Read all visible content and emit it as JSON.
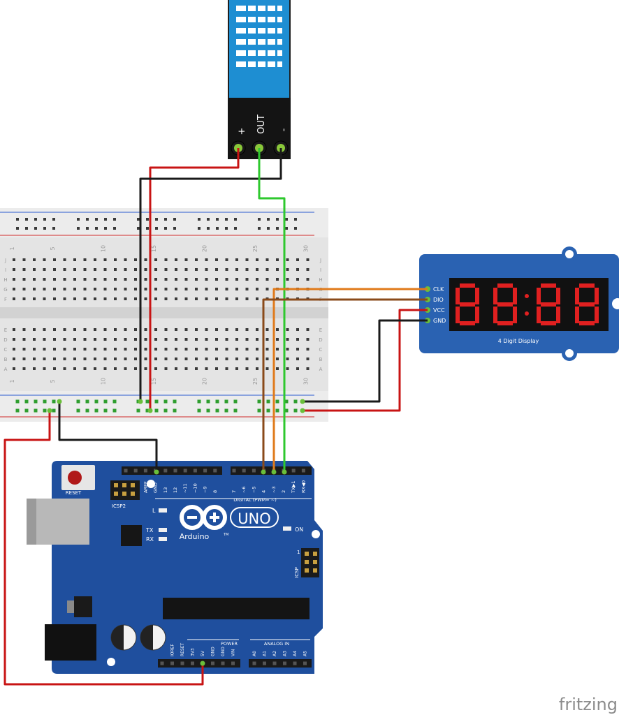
{
  "sensor": {
    "pin_plus": "+",
    "pin_out": "OUT",
    "pin_minus": "-"
  },
  "display": {
    "caption": "4 Digit Display",
    "pins": [
      "CLK",
      "DIO",
      "VCC",
      "GND"
    ],
    "digit_color": "#e02020"
  },
  "breadboard": {
    "row_letters_top": [
      "J",
      "I",
      "H",
      "G",
      "F"
    ],
    "row_letters_bottom": [
      "E",
      "D",
      "C",
      "B",
      "A"
    ],
    "column_numbers": [
      "1",
      "5",
      "10",
      "15",
      "20",
      "25",
      "30"
    ]
  },
  "arduino": {
    "reset_label": "RESET",
    "icsp2_label": "ICSP2",
    "icsp_label": "ICSP",
    "icsp_pin1": "1",
    "l_label": "L",
    "tx_label": "TX",
    "rx_label": "RX",
    "on_label": "ON",
    "brand": "Arduino",
    "model": "UNO",
    "tm": "TM",
    "digital_label": "DIGITAL (PWM= ~)",
    "power_label": "POWER",
    "analog_label": "ANALOG IN",
    "top_pin_labels": [
      "AREF",
      "GND",
      "13",
      "12",
      "~11",
      "~10",
      "~9",
      "8",
      "7",
      "~6",
      "~5",
      "4",
      "~3",
      "2",
      "TX▶1",
      "RX◀0"
    ],
    "power_pin_labels": [
      "IOREF",
      "RESET",
      "3V3",
      "5V",
      "GND",
      "GND",
      "VIN"
    ],
    "analog_pin_labels": [
      "A0",
      "A1",
      "A2",
      "A3",
      "A4",
      "A5"
    ],
    "board_color": "#1f4f9e"
  },
  "wire_colors": {
    "red": "#c81414",
    "black": "#1a1a1a",
    "green": "#2ec82e",
    "orange": "#e07a1a",
    "brown": "#8a4a1a"
  },
  "watermark": "fritzing"
}
